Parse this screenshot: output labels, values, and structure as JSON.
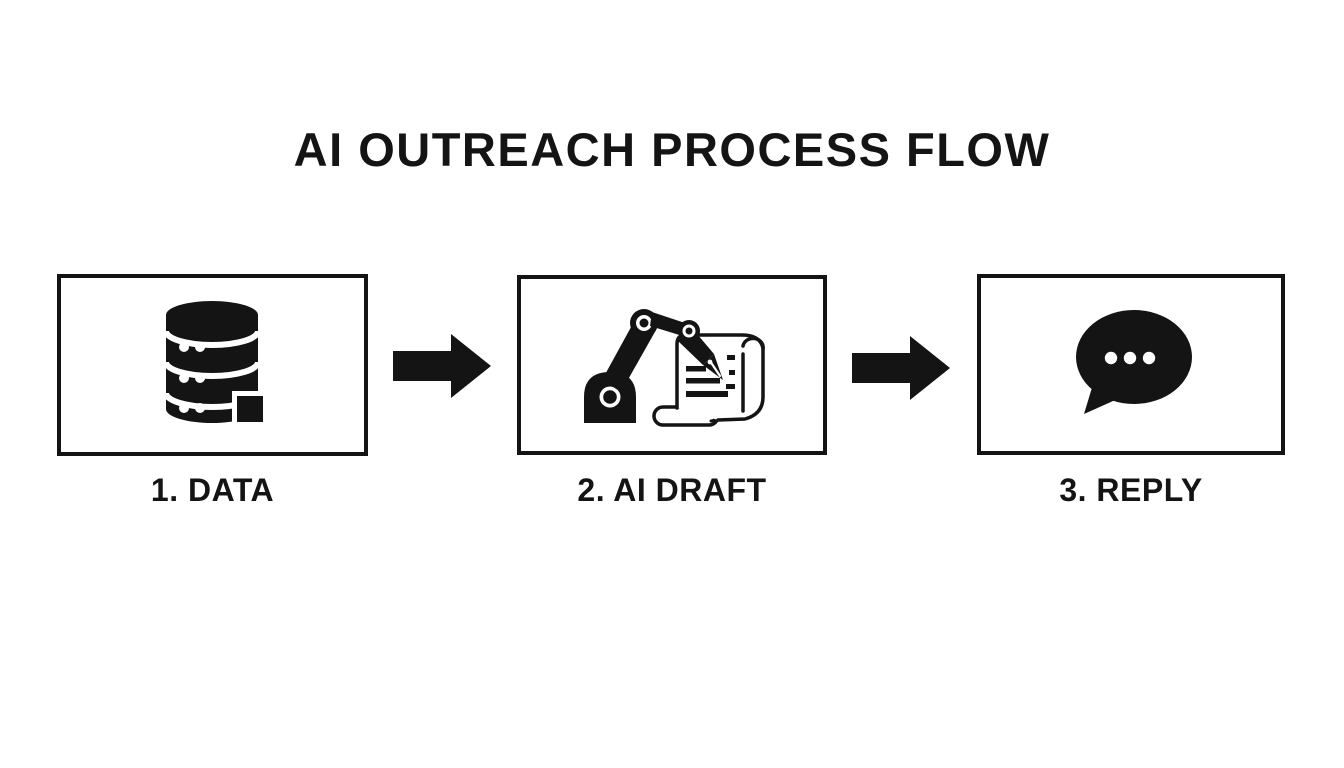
{
  "title": "AI OUTREACH PROCESS FLOW",
  "colors": {
    "background": "#ffffff",
    "ink": "#141414"
  },
  "steps": [
    {
      "label": "1. DATA",
      "icon": "database-icon"
    },
    {
      "label": "2. AI DRAFT",
      "icon": "robot-arm-writing-icon"
    },
    {
      "label": "3. REPLY",
      "icon": "chat-bubble-icon"
    }
  ],
  "connectors": [
    {
      "icon": "arrow-right-icon"
    },
    {
      "icon": "arrow-right-icon"
    }
  ]
}
